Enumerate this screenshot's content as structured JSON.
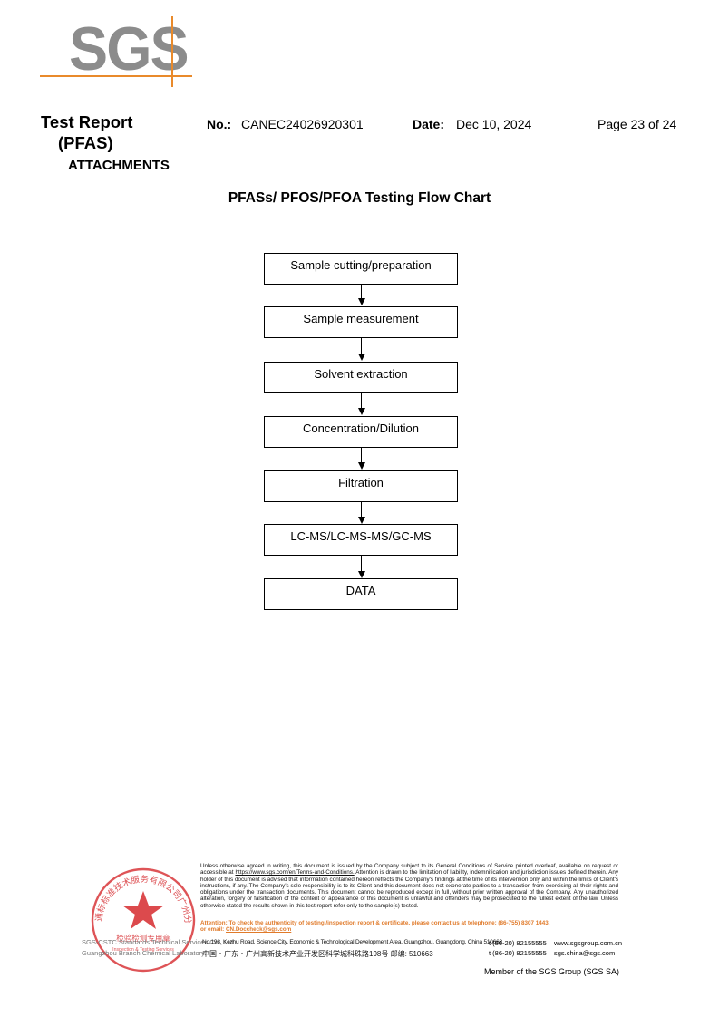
{
  "logo": {
    "text": "SGS"
  },
  "header": {
    "title": "Test Report",
    "subtitle": "(PFAS)",
    "section": "ATTACHMENTS",
    "no_label": "No.:",
    "no_value": "CANEC24026920301",
    "date_label": "Date:",
    "date_value": "Dec 10, 2024",
    "page": "Page 23 of 24"
  },
  "flow": {
    "title": "PFASs/ PFOS/PFOA Testing Flow Chart",
    "steps": [
      "Sample cutting/preparation",
      "Sample measurement",
      "Solvent extraction",
      "Concentration/Dilution",
      "Filtration",
      "LC-MS/LC-MS-MS/GC-MS",
      "DATA"
    ]
  },
  "footer": {
    "disclaimer_before_link": "Unless otherwise agreed in writing, this document is issued by the Company subject to its General Conditions of Service printed overleaf, available on request or accessible at",
    "disclaimer_link": "https://www.sgs.com/en/Terms-and-Conditions.",
    "disclaimer_after_link": "Attention is drawn to the limitation of liability, indemnification and jurisdiction issues defined therein. Any holder of this document is advised that information contained hereon reflects the Company's findings at the time of its intervention only and within the limits of Client's instructions, if any. The Company's sole responsibility is to its Client and this document does not exonerate parties to a transaction from exercising all their rights and obligations under the transaction documents. This document cannot be reproduced except in full, without prior written approval of the Company. Any unauthorized alteration, forgery or falsification of the content or appearance of this document is unlawful and offenders may be prosecuted to the fullest extent of the law. Unless otherwise stated the results shown in this test report refer only to the sample(s) tested.",
    "attention": "Attention: To check the authenticity of testing /inspection report & certificate, please contact us at telephone: (86-755) 8307 1443,",
    "email_prefix": "or email:",
    "email": "CN.Doccheck@sgs.com",
    "company_line1": "SGS-CSTC Standards Technical Services Co., Ltd.",
    "company_line2": "Guangzhou Branch Chemical Laboratory.",
    "seal_cn_top": "通标标准技术服务有限公司广州分公司",
    "seal_cn_mid": "检验检测专用章",
    "seal_en": "Inspection & Testing Services",
    "address_en": "No.198, Kezhu Road, Science City, Economic & Technological Development Area, Guangzhou, Guangdong, China 510663",
    "address_cn": "中国・广东・广州高新技术产业开发区科学城科珠路198号    邮编: 510663",
    "tel1": "t (86-20) 82155555",
    "tel2": "t (86-20) 82155555",
    "web1": "www.sgsgroup.com.cn",
    "web2": "sgs.china@sgs.com",
    "member": "Member of the SGS Group (SGS SA)"
  },
  "colors": {
    "logo_grey": "#8c8c8c",
    "logo_orange": "#e98a2b",
    "seal_red": "#d8363a"
  }
}
